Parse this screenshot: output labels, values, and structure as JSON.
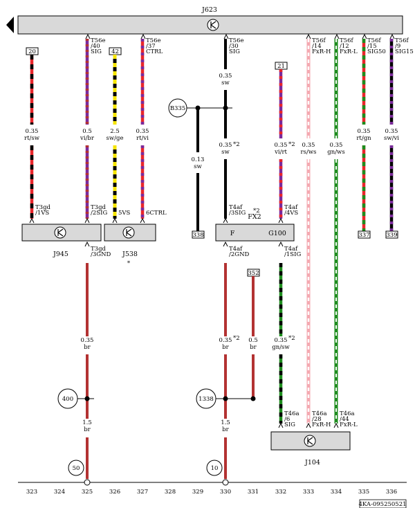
{
  "components": {
    "J623": "J623",
    "J945": "J945",
    "J538": "J538",
    "J104": "J104",
    "G100": "G100",
    "FX2": "FX2",
    "F": "F",
    "B335": "B335",
    "star": "*"
  },
  "top_pins": [
    {
      "conn": "T56e",
      "pin": "/40",
      "sig": "SIG"
    },
    {
      "conn": "T56e",
      "pin": "/37",
      "sig": "CTRL"
    },
    {
      "conn": "T56e",
      "pin": "/30",
      "sig": "SIG"
    },
    {
      "conn": "T56f",
      "pin": "/14",
      "sig": "FxR-H"
    },
    {
      "conn": "T56f",
      "pin": "/12",
      "sig": "FxR-L"
    },
    {
      "conn": "T56f",
      "pin": "/15",
      "sig": "SIG50"
    },
    {
      "conn": "T56f",
      "pin": "/9",
      "sig": "SIG15"
    }
  ],
  "bottom_pins": [
    {
      "conn": "T3gd",
      "pin": "/1",
      "sig": "VS"
    },
    {
      "conn": "T3gd",
      "pin": "/2",
      "sig": "SIG"
    },
    {
      "conn": "",
      "pin": "5",
      "sig": "VS"
    },
    {
      "conn": "",
      "pin": "6",
      "sig": "CTRL"
    },
    {
      "conn": "T4af",
      "pin": "/3",
      "sig": "SIG"
    },
    {
      "conn": "T4af",
      "pin": "/4",
      "sig": "VS"
    }
  ],
  "j945_ground": {
    "conn": "T3gd",
    "pin": "/3",
    "sig": "GND"
  },
  "g100_bottom": [
    {
      "conn": "T4af",
      "pin": "/2",
      "sig": "GND"
    },
    {
      "conn": "T4af",
      "pin": "/1",
      "sig": "SIG"
    }
  ],
  "j104_pins": [
    {
      "conn": "T46a",
      "pin": "/6",
      "sig": "SIG"
    },
    {
      "conn": "T46a",
      "pin": "/28",
      "sig": "FxR-H"
    },
    {
      "conn": "T46a",
      "pin": "/44",
      "sig": "FxR-L"
    }
  ],
  "wire_labels": [
    {
      "size": "0.35",
      "color": "rt/sw"
    },
    {
      "size": "0.5",
      "color": "vi/br"
    },
    {
      "size": "2.5",
      "color": "sw/ge"
    },
    {
      "size": "0.35",
      "color": "rt/vi"
    },
    {
      "size": "0.13",
      "color": "sw"
    },
    {
      "size": "0.35",
      "color": "sw"
    },
    {
      "size": "0.35",
      "color": "sw"
    },
    {
      "size": "0.35",
      "color": "vi/rt"
    },
    {
      "size": "0.35",
      "color": "rs/ws"
    },
    {
      "size": "0.35",
      "color": "gn/ws"
    },
    {
      "size": "0.35",
      "color": "rt/gn"
    },
    {
      "size": "0.35",
      "color": "sw/vi"
    },
    {
      "size": "0.35",
      "color": "br"
    },
    {
      "size": "0.5",
      "color": "br"
    },
    {
      "size": "0.35",
      "color": "gn/sw"
    },
    {
      "size": "1.5",
      "color": "br"
    },
    {
      "size": "0.35",
      "color": "br"
    },
    {
      "size": "1.5",
      "color": "br"
    }
  ],
  "footnote_mark": "*2",
  "refs": [
    "20",
    "42",
    "21",
    "338",
    "337",
    "339",
    "352"
  ],
  "nodes": [
    "400",
    "1338"
  ],
  "grounds": [
    "50",
    "10"
  ],
  "ruler": [
    "323",
    "324",
    "325",
    "326",
    "327",
    "328",
    "329",
    "330",
    "331",
    "332",
    "333",
    "334",
    "335",
    "336"
  ],
  "doc_id": "4KA-095250521",
  "colors": {
    "rt": "#e8262b",
    "sw": "#000000",
    "vi": "#7b2a9b",
    "br": "#b33232",
    "ge": "#f5e400",
    "gn": "#1e8c1e",
    "rs": "#f4a9b1",
    "ws": "#ffffff",
    "module_fill": "#d9d9d9"
  }
}
